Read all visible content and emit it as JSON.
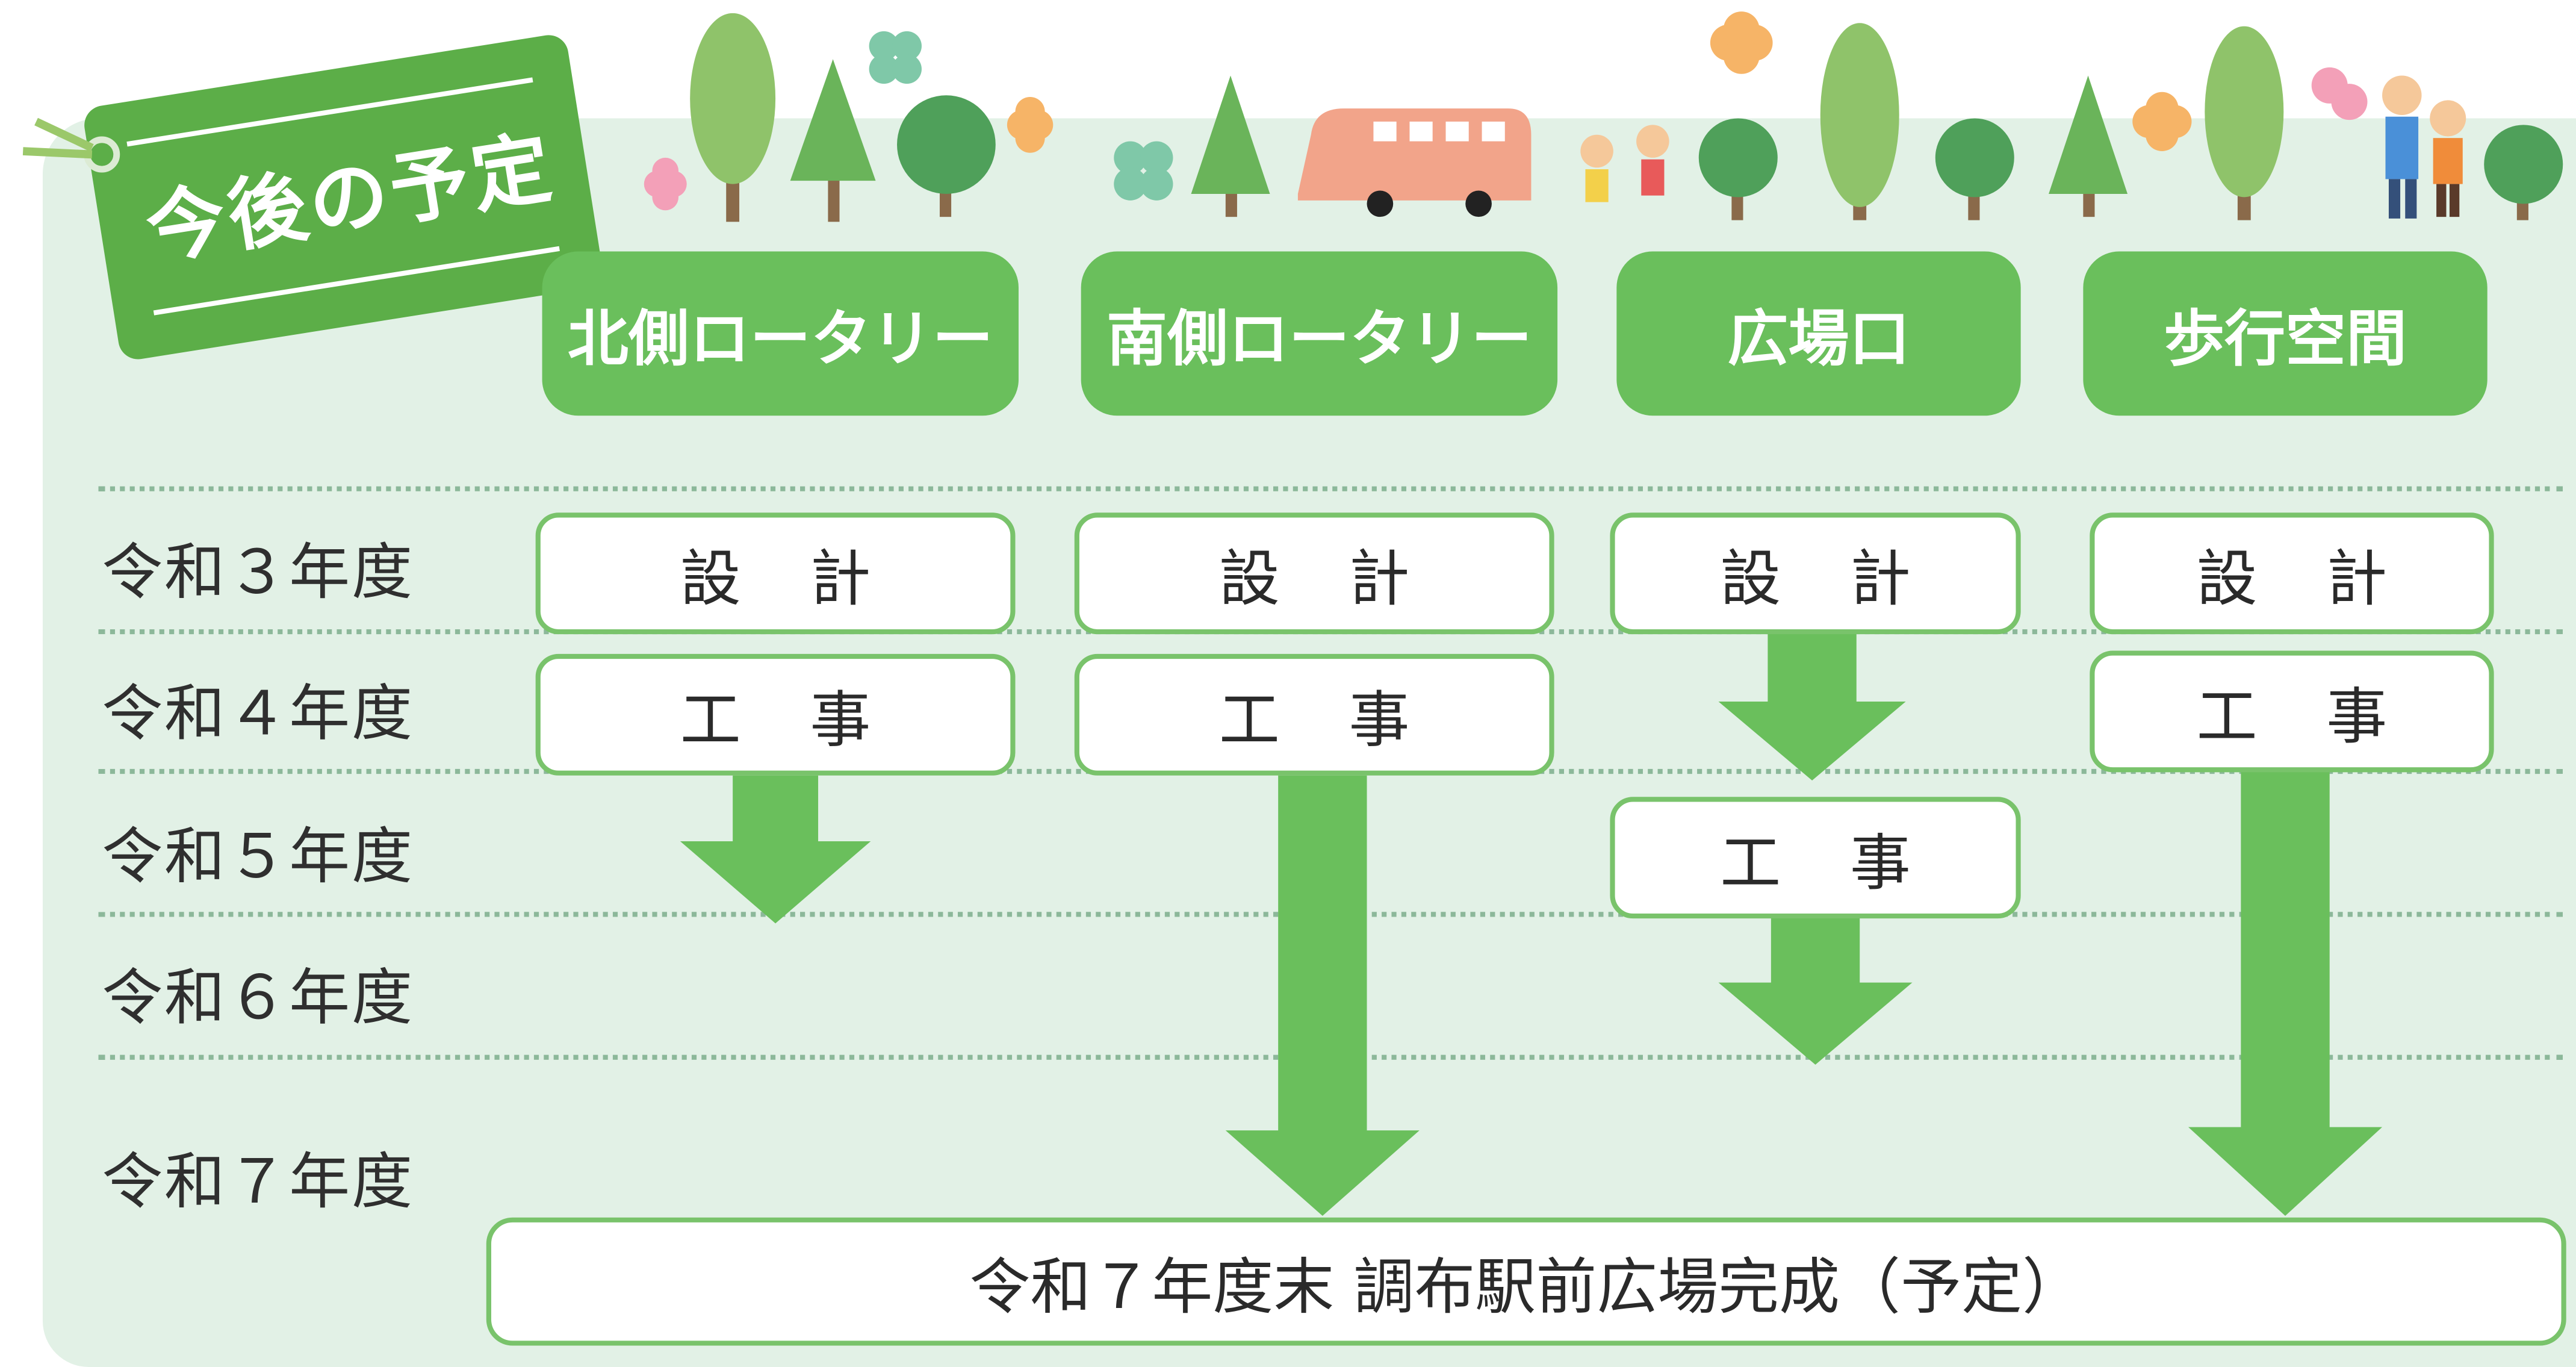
{
  "tag_label": "今後の予定",
  "headers": [
    "北側ロータリー",
    "南側ロータリー",
    "広場口",
    "歩行空間"
  ],
  "years": [
    "令和３年度",
    "令和４年度",
    "令和５年度",
    "令和６年度",
    "令和７年度"
  ],
  "boxes": {
    "design": "設計",
    "construction": "工事"
  },
  "final": "令和７年度末  調布駅前広場完成（予定）",
  "colors": {
    "panel": "#e2f1e6",
    "header": "#6abf5c",
    "arrow": "#6abf5c",
    "tag": "#5cae48"
  },
  "decorations": [
    "tree-icon",
    "clover-icon",
    "bus-icon",
    "children-icon",
    "family-icon",
    "flower-icon"
  ]
}
